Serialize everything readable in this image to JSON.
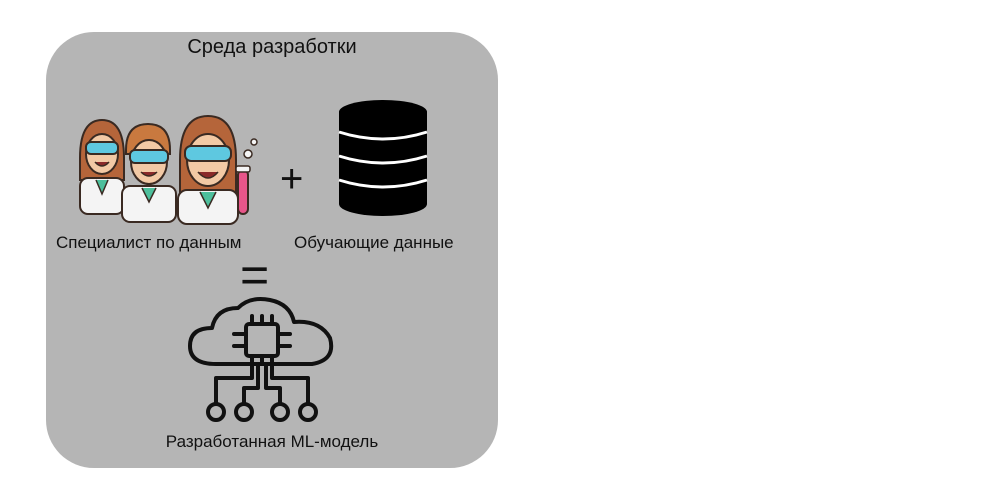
{
  "diagram": {
    "title": "Среда разработки",
    "specialist_label": "Специалист по данным",
    "data_label": "Обучающие данные",
    "model_label": "Разработанная ML-модель",
    "plus_symbol": "+",
    "equals_symbol": "="
  },
  "icons": {
    "specialists": "data-scientists-icon",
    "database": "database-icon",
    "model": "cloud-chip-network-icon"
  },
  "colors": {
    "panel_background": "#b5b5b5",
    "page_background": "#ffffff",
    "goggles": "#5ec8e0",
    "hair": "#b5653a",
    "skin": "#f2c9a5",
    "test_tube": "#e8568a"
  }
}
